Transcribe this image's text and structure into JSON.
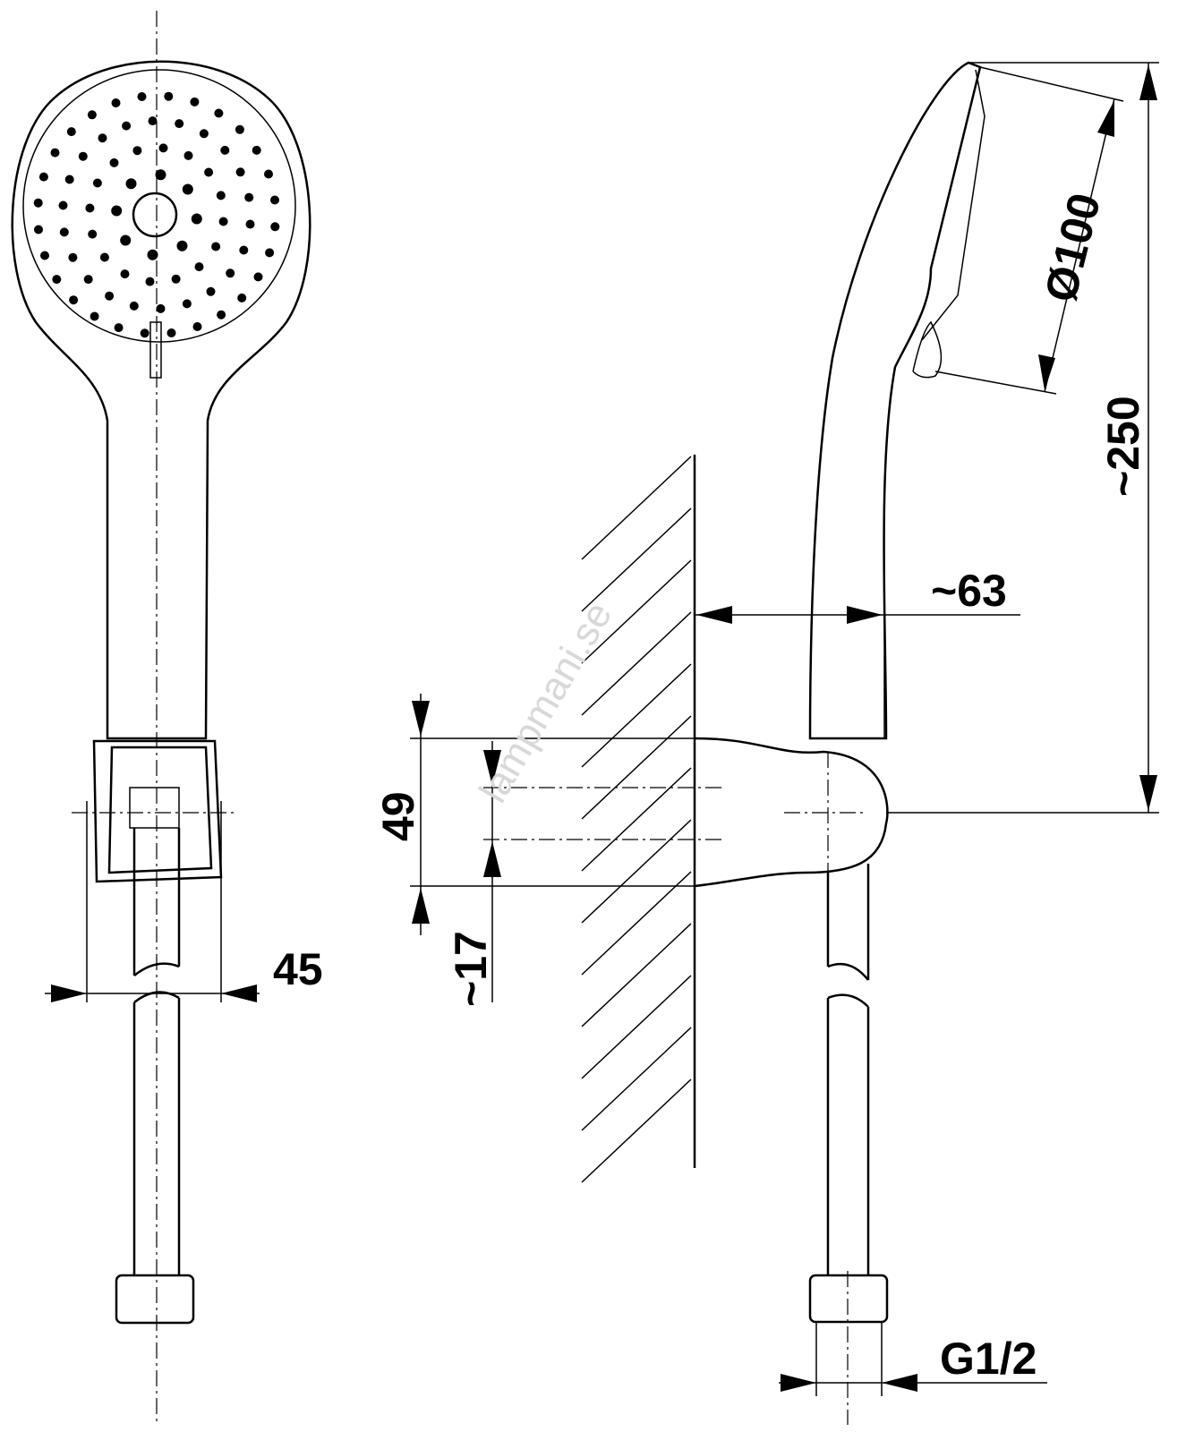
{
  "drawing": {
    "dimensions": {
      "bracket_width": "45",
      "wall_projection": "~63",
      "head_diameter": "Ø100",
      "total_length": "~250",
      "holder_height": "49",
      "offset": "~17",
      "connection_thread": "G1/2"
    },
    "watermark": "lampmani.se",
    "colors": {
      "line": "#000000",
      "background": "#ffffff"
    }
  }
}
